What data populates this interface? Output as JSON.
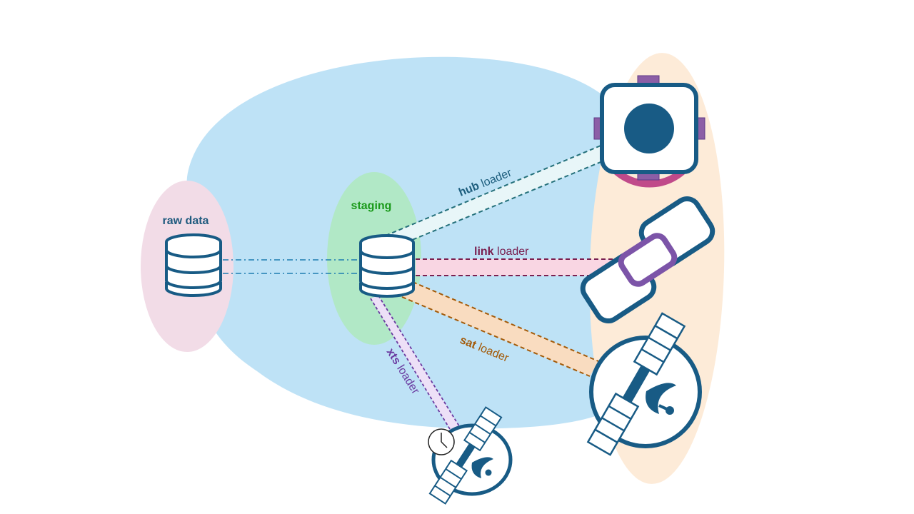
{
  "labels": {
    "raw_data": "raw data",
    "staging": "staging",
    "hub_loader": {
      "bold": "hub",
      "rest": " loader"
    },
    "link_loader": {
      "bold": "link",
      "rest": " loader"
    },
    "sat_loader": {
      "bold": "sat",
      "rest": " loader"
    },
    "xts_loader": {
      "bold": "xts",
      "rest": " loader"
    }
  },
  "colors": {
    "background_blob": "#bee2f6",
    "raw_zone": "#f2dce7",
    "staging_zone": "#b1e8c6",
    "target_zone": "#fdebd8",
    "icon_stroke": "#185b85",
    "raw_label": "#1e5a7e",
    "staging_label": "#1a9a1a",
    "hub": "#1d5e7e",
    "link": "#7a2050",
    "sat": "#a35a08",
    "xts": "#6a3aa0",
    "link_connector": "#7c54a8",
    "hub_connector": "#8c5ea6"
  },
  "icons": {
    "raw_store": "database-icon",
    "staging_store": "database-icon",
    "hub": "hub-icon",
    "link": "link-icon",
    "satellite": "satellite-icon",
    "xts_satellite": "satellite-icon",
    "clock": "clock-icon"
  }
}
